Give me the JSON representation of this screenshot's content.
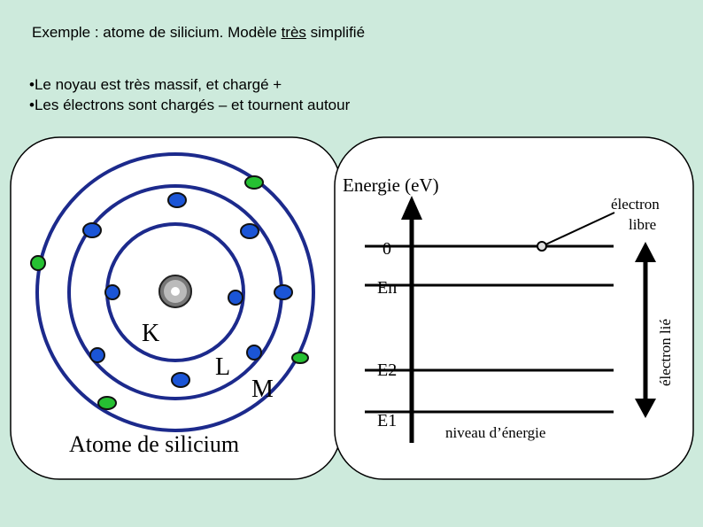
{
  "slide": {
    "title_prefix": "Exemple : atome de silicium. Modèle ",
    "title_underlined": "très",
    "title_suffix": " simplifié",
    "bullets": [
      "Le noyau est très massif, et chargé +",
      "Les électrons sont chargés – et tournent autour"
    ]
  },
  "atom_diagram": {
    "caption": "Atome de silicium",
    "shells": [
      "K",
      "L",
      "M"
    ],
    "colors": {
      "orbit": "#1c2a8c",
      "electron": "#1b55d6",
      "valence_electron": "#26c032",
      "nucleus": "#777777"
    }
  },
  "energy_diagram": {
    "axis_label": "Energie (eV)",
    "free_electron_label_1": "électron",
    "free_electron_label_2": "libre",
    "bound_electron_label": "électron lié",
    "levels": [
      "0",
      "En",
      "E2",
      "E1"
    ],
    "bottom_label": "niveau d’énergie"
  }
}
